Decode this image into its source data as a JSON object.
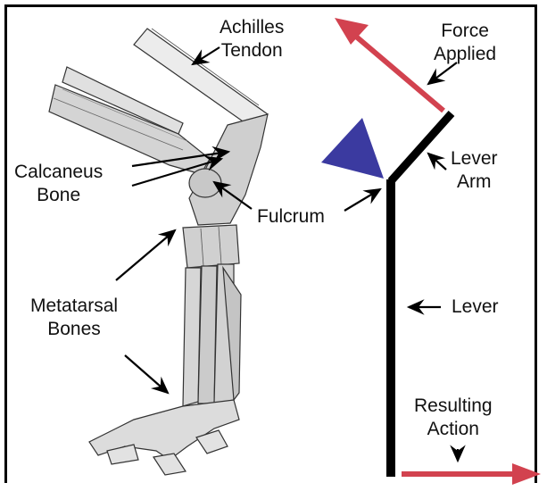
{
  "labels": {
    "achilles_tendon": [
      "Achilles",
      "Tendon"
    ],
    "calcaneus_bone": [
      "Calcaneus",
      "Bone"
    ],
    "fulcrum": "Fulcrum",
    "metatarsal_bones": [
      "Metatarsal",
      "Bones"
    ],
    "force_applied": [
      "Force",
      "Applied"
    ],
    "lever_arm": [
      "Lever",
      "Arm"
    ],
    "lever": "Lever",
    "resulting_action": [
      "Resulting",
      "Action"
    ]
  },
  "colors": {
    "force_arrow": "#d2424f",
    "fulcrum_triangle": "#3b3aa0",
    "lever": "#000000",
    "bone_shading": "#cfcfcf",
    "bone_outline": "#333333"
  },
  "icons": {
    "fulcrum": "triangle-icon",
    "force": "arrow-up-left-icon",
    "result": "arrow-right-icon"
  }
}
